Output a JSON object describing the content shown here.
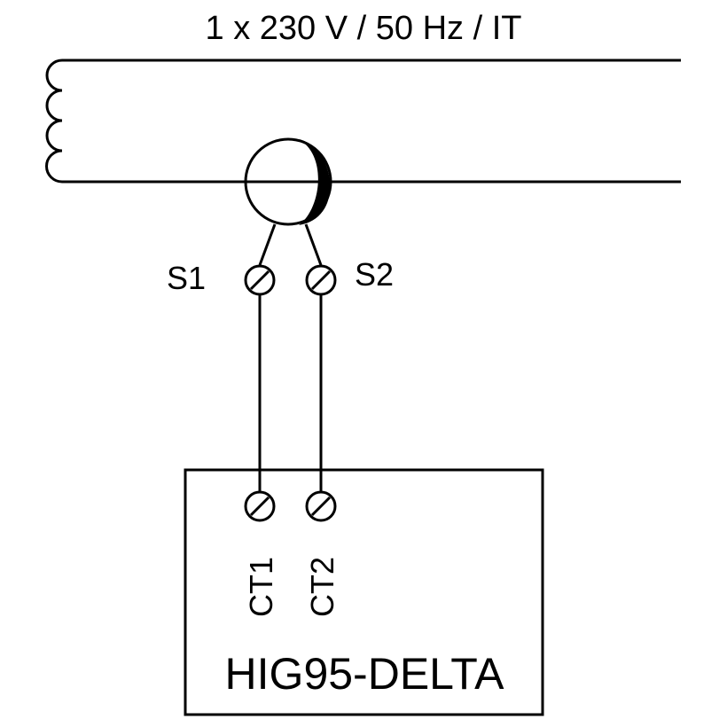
{
  "supply": {
    "label": "1 x 230 V / 50 Hz / IT"
  },
  "transformer": {
    "terminals": [
      {
        "label": "S1"
      },
      {
        "label": "S2"
      }
    ]
  },
  "device": {
    "name": "HIG95-DELTA",
    "terminals": [
      {
        "label": "CT1"
      },
      {
        "label": "CT2"
      }
    ]
  },
  "colors": {
    "line": "#000000",
    "background": "#ffffff"
  }
}
